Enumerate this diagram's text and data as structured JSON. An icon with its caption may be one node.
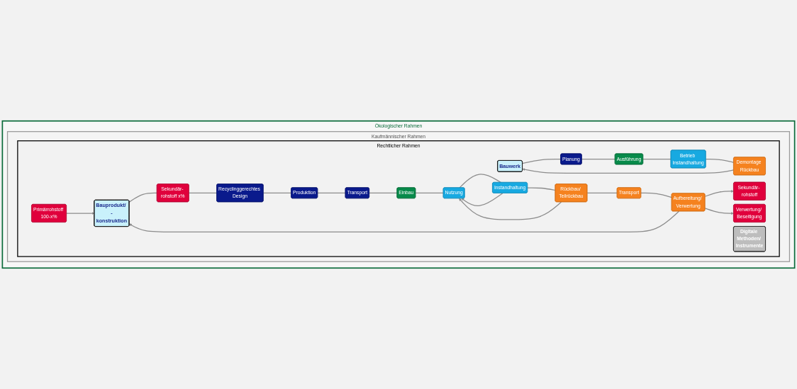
{
  "diagram": {
    "nodes": [
      {
        "text": [
          "Ökologischer Rahmen"
        ]
      },
      {
        "text": [
          "Kaufmännischer Rahmen"
        ],
        "in": 0
      },
      {
        "text": [
          "Rechtlicher Rahmen"
        ],
        "in": 1
      },
      {
        "text": [
          "Bauwerk"
        ],
        "in": 2
      },
      {
        "text": [
          "Sekundär- rohstoff"
        ],
        "in": 2
      },
      {
        "text": [
          "Demontage Rückbau"
        ],
        "in": 2
      },
      {
        "text": [
          "Bauprodukt/ -konstruktion"
        ],
        "in": 2
      },
      {
        "text": [
          "Sekundär- rohstoff x%"
        ],
        "in": 2
      },
      {
        "text": [
          "Aufbereitung/ Verwertung"
        ],
        "in": 2
      },
      {
        "text": [
          "Planung"
        ],
        "in": 2
      },
      {
        "text": [
          "Recyclinggerechtes Design"
        ],
        "in": 2
      },
      {
        "text": [
          "Primärrohstoff 100-x%"
        ],
        "in": 2
      },
      {
        "text": [
          "Transport"
        ],
        "in": 2
      },
      {
        "text": [
          "Produktion"
        ],
        "in": 2
      },
      {
        "text": [
          "Verwertung/ Beseitigung"
        ],
        "in": 2
      },
      {
        "text": [
          "Rückbau/ Teilrückbau"
        ],
        "in": 2
      },
      {
        "text": [
          "Transport"
        ],
        "in": 2
      },
      {
        "text": [
          "Instandhaltung"
        ],
        "in": 2
      },
      {
        "text": [
          "Einbau"
        ],
        "in": 2
      },
      {
        "text": [
          "Nutzung"
        ],
        "in": 2
      },
      {
        "text": [
          "Ausführung"
        ],
        "in": 2
      },
      {
        "text": [
          "Betrieb Instandhaltung"
        ],
        "in": 2
      },
      {
        "text": [
          "Digitale Methoden/ Instrumente"
        ],
        "in": 2
      }
    ],
    "edges": [
      {
        "from": 3,
        "to": 9,
        "arrow": "none"
      },
      {
        "from": 9,
        "to": 20,
        "arrow": "none"
      },
      {
        "from": 20,
        "to": 21,
        "arrow": "none"
      },
      {
        "from": 21,
        "to": 5,
        "arrow": "none"
      },
      {
        "from": 5,
        "to": 3,
        "arrow": "to"
      },
      {
        "from": 6,
        "to": 7,
        "arrow": "none"
      },
      {
        "from": 7,
        "to": 10,
        "arrow": "none"
      },
      {
        "from": 10,
        "to": 13,
        "arrow": "none"
      },
      {
        "from": 13,
        "to": 16,
        "arrow": "none"
      },
      {
        "from": 16,
        "to": 18,
        "arrow": "none"
      },
      {
        "from": 18,
        "to": 19,
        "arrow": "none"
      },
      {
        "from": 19,
        "to": 17,
        "arrow": "none"
      },
      {
        "from": 17,
        "to": 15,
        "arrow": "none"
      },
      {
        "from": 15,
        "to": 12,
        "arrow": "none"
      },
      {
        "from": 12,
        "to": 8,
        "arrow": "none"
      },
      {
        "from": 8,
        "to": 6,
        "arrow": "to"
      },
      {
        "from": 8,
        "to": 4,
        "arrow": "to"
      },
      {
        "from": 8,
        "to": 14,
        "arrow": "to"
      },
      {
        "from": 11,
        "to": 6,
        "arrow": "to"
      },
      {
        "from": 15,
        "to": 19,
        "arrow": "to"
      },
      {
        "from": 17,
        "to": 19,
        "arrow": "to"
      }
    ]
  }
}
